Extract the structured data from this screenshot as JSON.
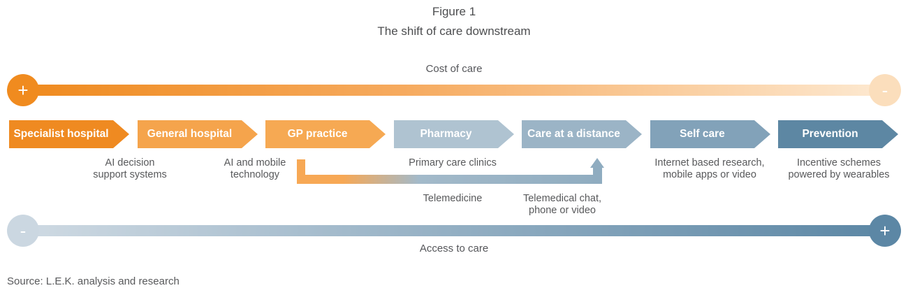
{
  "title": {
    "figure_label": "Figure 1",
    "subtitle": "The shift of care downstream"
  },
  "cost_axis": {
    "label": "Cost of care",
    "left_symbol": "+",
    "right_symbol": "-",
    "left_circle_color": "#F08B1F",
    "right_circle_color": "#FBDEBC",
    "bar_start_color": "#EF8A1E",
    "bar_end_color": "#FDE9D1"
  },
  "access_axis": {
    "label": "Access to care",
    "left_symbol": "-",
    "right_symbol": "+",
    "left_circle_color": "#CBD7E1",
    "right_circle_color": "#5C87A5",
    "bar_start_color": "#CFDAE3",
    "bar_end_color": "#5C87A5"
  },
  "stages": [
    {
      "label": "Specialist hospital",
      "color": "#EF8A21"
    },
    {
      "label": "General hospital",
      "color": "#F5A44C"
    },
    {
      "label": "GP practice",
      "color": "#F6A953"
    },
    {
      "label": "Pharmacy",
      "color": "#AFC3D1"
    },
    {
      "label": "Care at a distance",
      "color": "#9BB4C6"
    },
    {
      "label": "Self care",
      "color": "#82A2B9"
    },
    {
      "label": "Prevention",
      "color": "#5D87A3"
    }
  ],
  "notes": {
    "ai_decision": {
      "line1": "AI decision",
      "line2": "support systems"
    },
    "ai_mobile": {
      "line1": "AI and mobile",
      "line2": "technology"
    },
    "primary_care": {
      "line1": "Primary care clinics"
    },
    "telemedicine": {
      "line1": "Telemedicine"
    },
    "telemedical_chat": {
      "line1": "Telemedical chat,",
      "line2": "phone or video"
    },
    "internet_research": {
      "line1": "Internet based research,",
      "line2": "mobile apps or video"
    },
    "incentive_schemes": {
      "line1": "Incentive schemes",
      "line2": "powered by wearables"
    }
  },
  "bracket": {
    "start_color": "#F7A855",
    "end_color": "#8FACC0"
  },
  "source": {
    "text": "Source: L.E.K. analysis and research"
  }
}
